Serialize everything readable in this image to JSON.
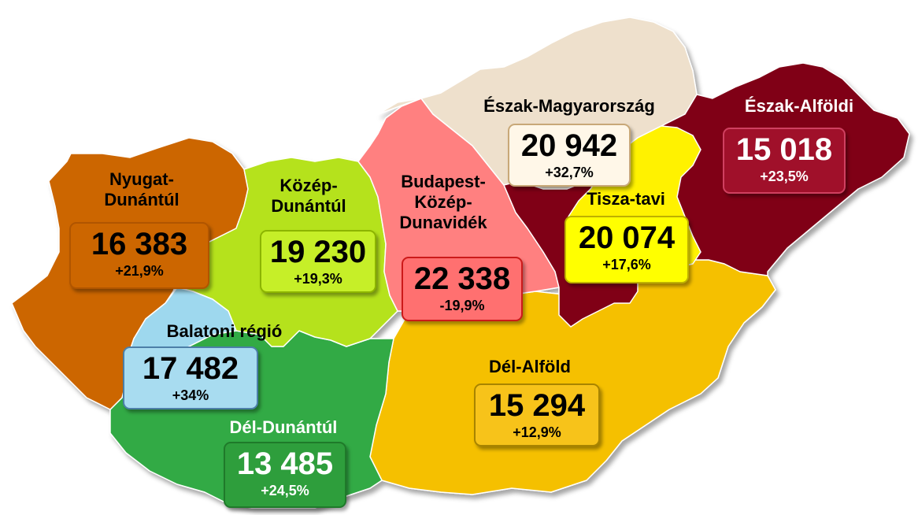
{
  "regions": {
    "nyugat_dunantul": {
      "label_1": "Nyugat-",
      "label_2": "Dunántúl",
      "value": "16 383",
      "change": "+21,9%",
      "color": "#CC6600"
    },
    "kozep_dunantul": {
      "label_1": "Közép-",
      "label_2": "Dunántúl",
      "value": "19 230",
      "change": "+19,3%",
      "color": "#B5E21A"
    },
    "budapest_kozep_dunavidek": {
      "label_1": "Budapest-",
      "label_2": "Közép-",
      "label_3": "Dunavidék",
      "value": "22 338",
      "change": "-19,9%",
      "color": "#FF8080"
    },
    "eszak_magyarorszag": {
      "label": "Észak-Magyarország",
      "value": "20 942",
      "change": "+32,7%",
      "color": "#EEE0CC"
    },
    "eszak_alfoldi": {
      "label": "Észak-Alföldi",
      "value": "15 018",
      "change": "+23,5%",
      "color": "#800018"
    },
    "tisza_tavi": {
      "label": "Tisza-tavi",
      "value": "20 074",
      "change": "+17,6%",
      "color": "#FFF200"
    },
    "balatoni_regio": {
      "label": "Balatoni régió",
      "value": "17 482",
      "change": "+34%",
      "color": "#9ED8EE"
    },
    "del_dunantul": {
      "label": "Dél-Dunántúl",
      "value": "13 485",
      "change": "+24,5%",
      "color": "#33AA44"
    },
    "del_alfold": {
      "label": "Dél-Alföld",
      "value": "15 294",
      "change": "+12,9%",
      "color": "#F5C000"
    }
  }
}
